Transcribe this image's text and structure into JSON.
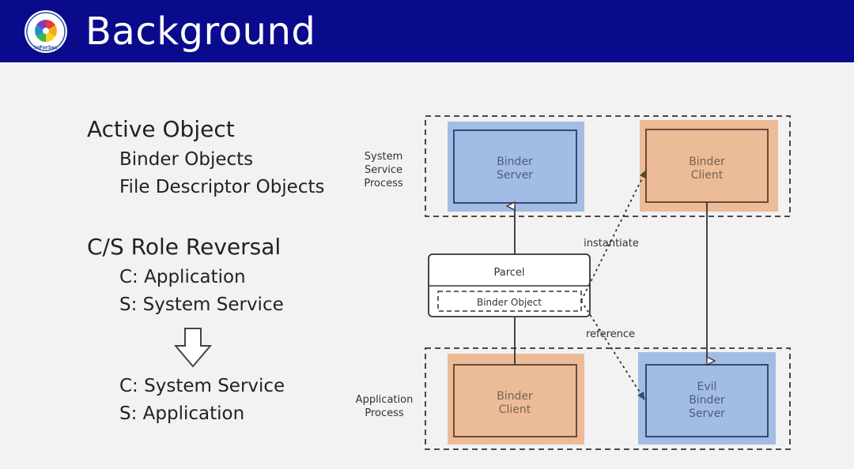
{
  "header": {
    "title": "Background",
    "logo_text": "InForSec",
    "logo_icon": "inforsec-logo-icon",
    "background_color": "#0a0a8c"
  },
  "bullets": {
    "section1": {
      "heading": "Active Object",
      "items": [
        "Binder Objects",
        "File Descriptor Objects"
      ]
    },
    "section2": {
      "heading": "C/S Role Reversal",
      "before": [
        "C: Application",
        "S: System Service"
      ],
      "after": [
        "C: System Service",
        "S: Application"
      ]
    },
    "transition_icon": "down-arrow-icon"
  },
  "diagram": {
    "colors": {
      "blue_fill": "#a3bce4",
      "blue_border": "#34487a",
      "orange_fill": "#ebbc97",
      "orange_border": "#6b4a36"
    },
    "system_process": {
      "label_lines": [
        "System",
        "Service",
        "Process"
      ],
      "server_lines": [
        "Binder",
        "Server"
      ],
      "client_lines": [
        "Binder",
        "Client"
      ]
    },
    "application_process": {
      "label_lines": [
        "Application",
        "Process"
      ],
      "client_lines": [
        "Binder",
        "Client"
      ],
      "server_lines": [
        "Evil",
        "Binder",
        "Server"
      ]
    },
    "parcel": {
      "label": "Parcel",
      "inner_label": "Binder Object"
    },
    "edges": {
      "instantiate_label": "instantiate",
      "reference_label": "reference"
    }
  }
}
